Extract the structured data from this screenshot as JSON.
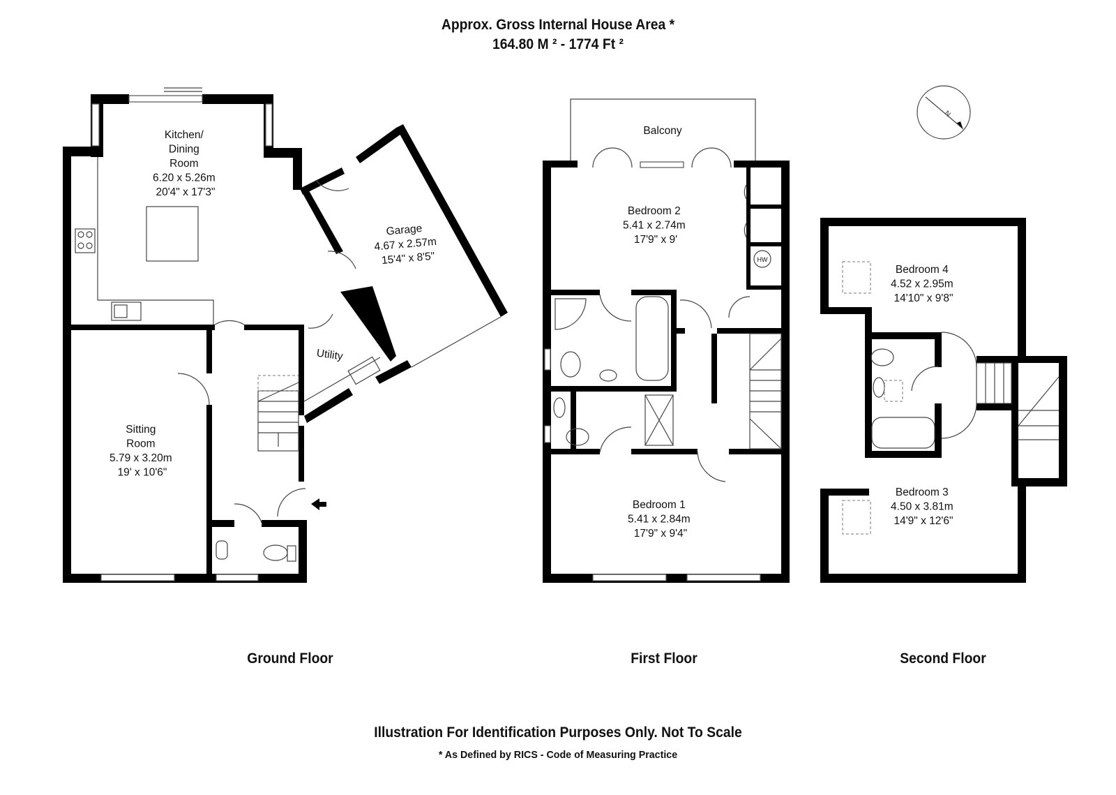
{
  "header": {
    "area_title": "Approx. Gross Internal House Area *",
    "area_value": "164.80 M ²  -  1774 Ft ²"
  },
  "footer": {
    "disclaimer": "Illustration For Identification Purposes Only. Not To Scale",
    "note": "* As Defined by RICS - Code of Measuring Practice"
  },
  "floors": {
    "ground": "Ground Floor",
    "first": "First Floor",
    "second": "Second Floor"
  },
  "rooms": {
    "kitchen": [
      "Kitchen/",
      "Dining",
      "Room",
      "6.20 x 5.26m",
      "20'4\" x 17'3\""
    ],
    "garage": [
      "Garage",
      "4.67 x 2.57m",
      "15'4\" x 8'5\""
    ],
    "utility": [
      "Utility"
    ],
    "sitting": [
      "Sitting",
      "Room",
      "5.79 x 3.20m",
      "19' x 10'6\""
    ],
    "balcony": [
      "Balcony"
    ],
    "bedroom2": [
      "Bedroom 2",
      "5.41 x 2.74m",
      "17'9\" x 9'"
    ],
    "bedroom1": [
      "Bedroom 1",
      "5.41 x 2.84m",
      "17'9\" x 9'4\""
    ],
    "bedroom4": [
      "Bedroom 4",
      "4.52 x 2.95m",
      "14'10\" x 9'8\""
    ],
    "bedroom3": [
      "Bedroom 3",
      "4.50 x 3.81m",
      "14'9\" x 12'6\""
    ],
    "hw": [
      "HW"
    ]
  }
}
